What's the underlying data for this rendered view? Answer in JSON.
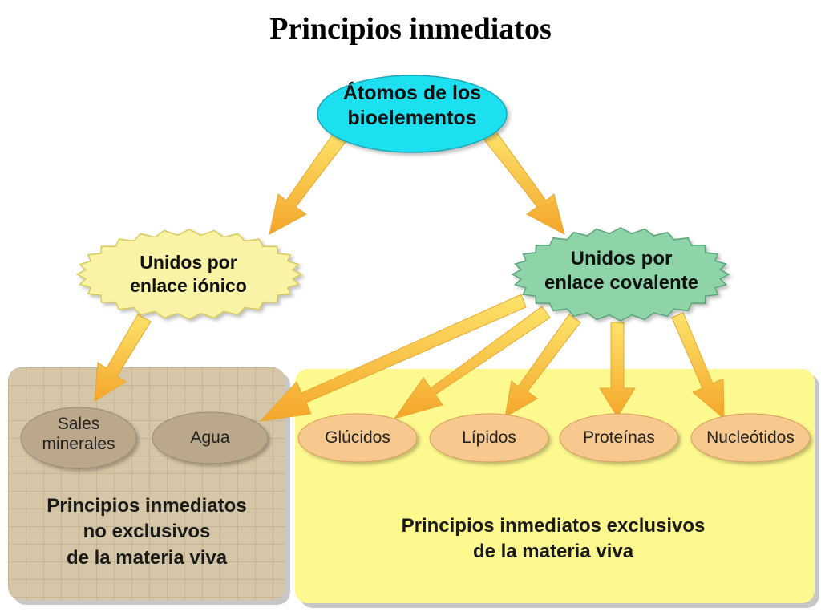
{
  "title": "Principios inmediatos",
  "nodes": {
    "top": {
      "line1": "Átomos de los",
      "line2": "bioelementos",
      "color": "#1fe0f0"
    },
    "left": {
      "line1": "Unidos por",
      "line2": "enlace iónico",
      "color": "#f9f3a6"
    },
    "right": {
      "line1": "Unidos por",
      "line2": "enlace covalente",
      "color": "#8fd3a8"
    }
  },
  "groups": {
    "no_exclusivos": {
      "items": [
        {
          "line1": "Sales",
          "line2": "minerales"
        },
        {
          "line1": "Agua"
        }
      ],
      "caption": {
        "line1": "Principios inmediatos",
        "line2": "no exclusivos",
        "line3": "de la materia viva"
      },
      "color": "#d6c6a8"
    },
    "exclusivos": {
      "items": [
        "Glúcidos",
        "Lípidos",
        "Proteínas",
        "Nucleótidos"
      ],
      "caption": {
        "line1": "Principios inmediatos exclusivos",
        "line2": "de la materia viva"
      },
      "color": "#fdf98e"
    }
  },
  "colors": {
    "oval_left": "#bba88a",
    "oval_right": "#f7c98f",
    "arrow_light": "#fde36a",
    "arrow_dark": "#f4a62a"
  }
}
